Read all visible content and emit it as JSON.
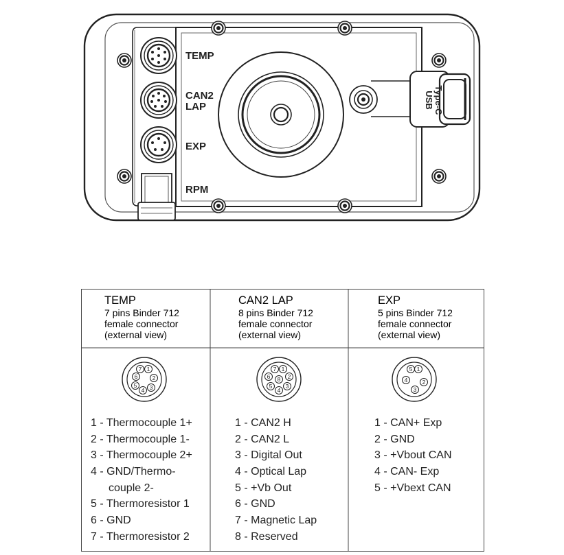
{
  "device": {
    "connector_labels": {
      "temp": "TEMP",
      "can2_line1": "CAN2",
      "can2_line2": "LAP",
      "exp": "EXP",
      "rpm": "RPM"
    },
    "usb_label_line1": "USB",
    "usb_label_line2": "Type-C"
  },
  "table": {
    "columns": [
      {
        "title": "TEMP",
        "desc": [
          "7 pins Binder 712",
          "female connector",
          "(external view)"
        ],
        "pin_numbers": [
          "1",
          "2",
          "3",
          "4",
          "5",
          "6",
          "7"
        ],
        "pins": [
          "1 - Thermocouple 1+",
          "2 - Thermocouple 1-",
          "3 - Thermocouple 2+",
          "4 - GND/Thermo-",
          "couple 2-",
          "5 - Thermoresistor 1",
          "6 - GND",
          "7 - Thermoresistor 2"
        ]
      },
      {
        "title": "CAN2 LAP",
        "desc": [
          "8 pins Binder 712",
          "female connector",
          "(external view)"
        ],
        "pin_numbers": [
          "1",
          "2",
          "3",
          "4",
          "5",
          "6",
          "7",
          "8"
        ],
        "pins": [
          "1 - CAN2 H",
          "2 - CAN2 L",
          "3 - Digital Out",
          "4 - Optical Lap",
          "5 - +Vb Out",
          "6 - GND",
          "7 - Magnetic Lap",
          "8 - Reserved"
        ]
      },
      {
        "title": "EXP",
        "desc": [
          "5 pins Binder 712",
          "female connector",
          "(external view)"
        ],
        "pin_numbers": [
          "1",
          "2",
          "3",
          "4",
          "5"
        ],
        "pins": [
          "1 - CAN+ Exp",
          "2 - GND",
          "3 - +Vbout CAN",
          "4 - CAN- Exp",
          "5 - +Vbext CAN"
        ]
      }
    ]
  }
}
